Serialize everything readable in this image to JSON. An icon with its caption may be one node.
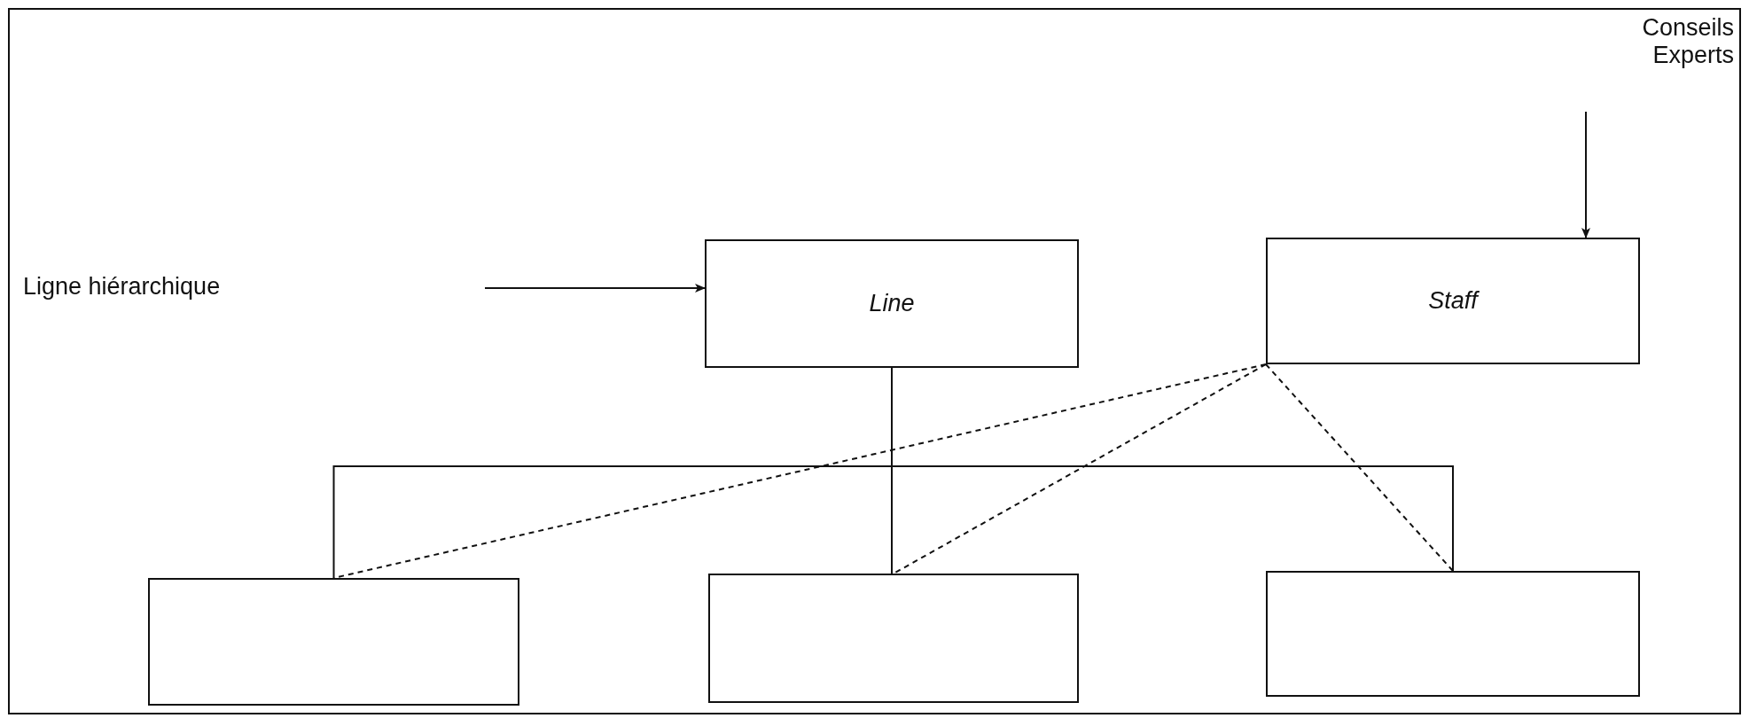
{
  "diagram": {
    "nodes": [
      {
        "text": [
          "Conseils Experts"
        ]
      },
      {
        "text": [
          "Line"
        ]
      },
      {
        "text": [
          "Staff"
        ]
      },
      {
        "text": [],
        "shape": "box"
      },
      {
        "text": [],
        "shape": "box"
      },
      {
        "text": [],
        "shape": "box"
      }
    ],
    "edges": [
      {
        "from": 0,
        "to": 2,
        "arrow": "to"
      },
      {
        "from": null,
        "to": 1,
        "arrow": "to"
      },
      {
        "from": 1,
        "to": 3,
        "arrow": "none"
      },
      {
        "from": 1,
        "to": 4,
        "arrow": "none"
      },
      {
        "from": 1,
        "to": 5,
        "arrow": "none"
      },
      {
        "from": 2,
        "to": 3,
        "arrow": "none",
        "style": "dashed"
      },
      {
        "from": 2,
        "to": 4,
        "arrow": "none",
        "style": "dashed"
      },
      {
        "from": 2,
        "to": 5,
        "arrow": "none",
        "style": "dashed"
      }
    ],
    "labels": [
      "Ligne hiérarchique"
    ]
  }
}
